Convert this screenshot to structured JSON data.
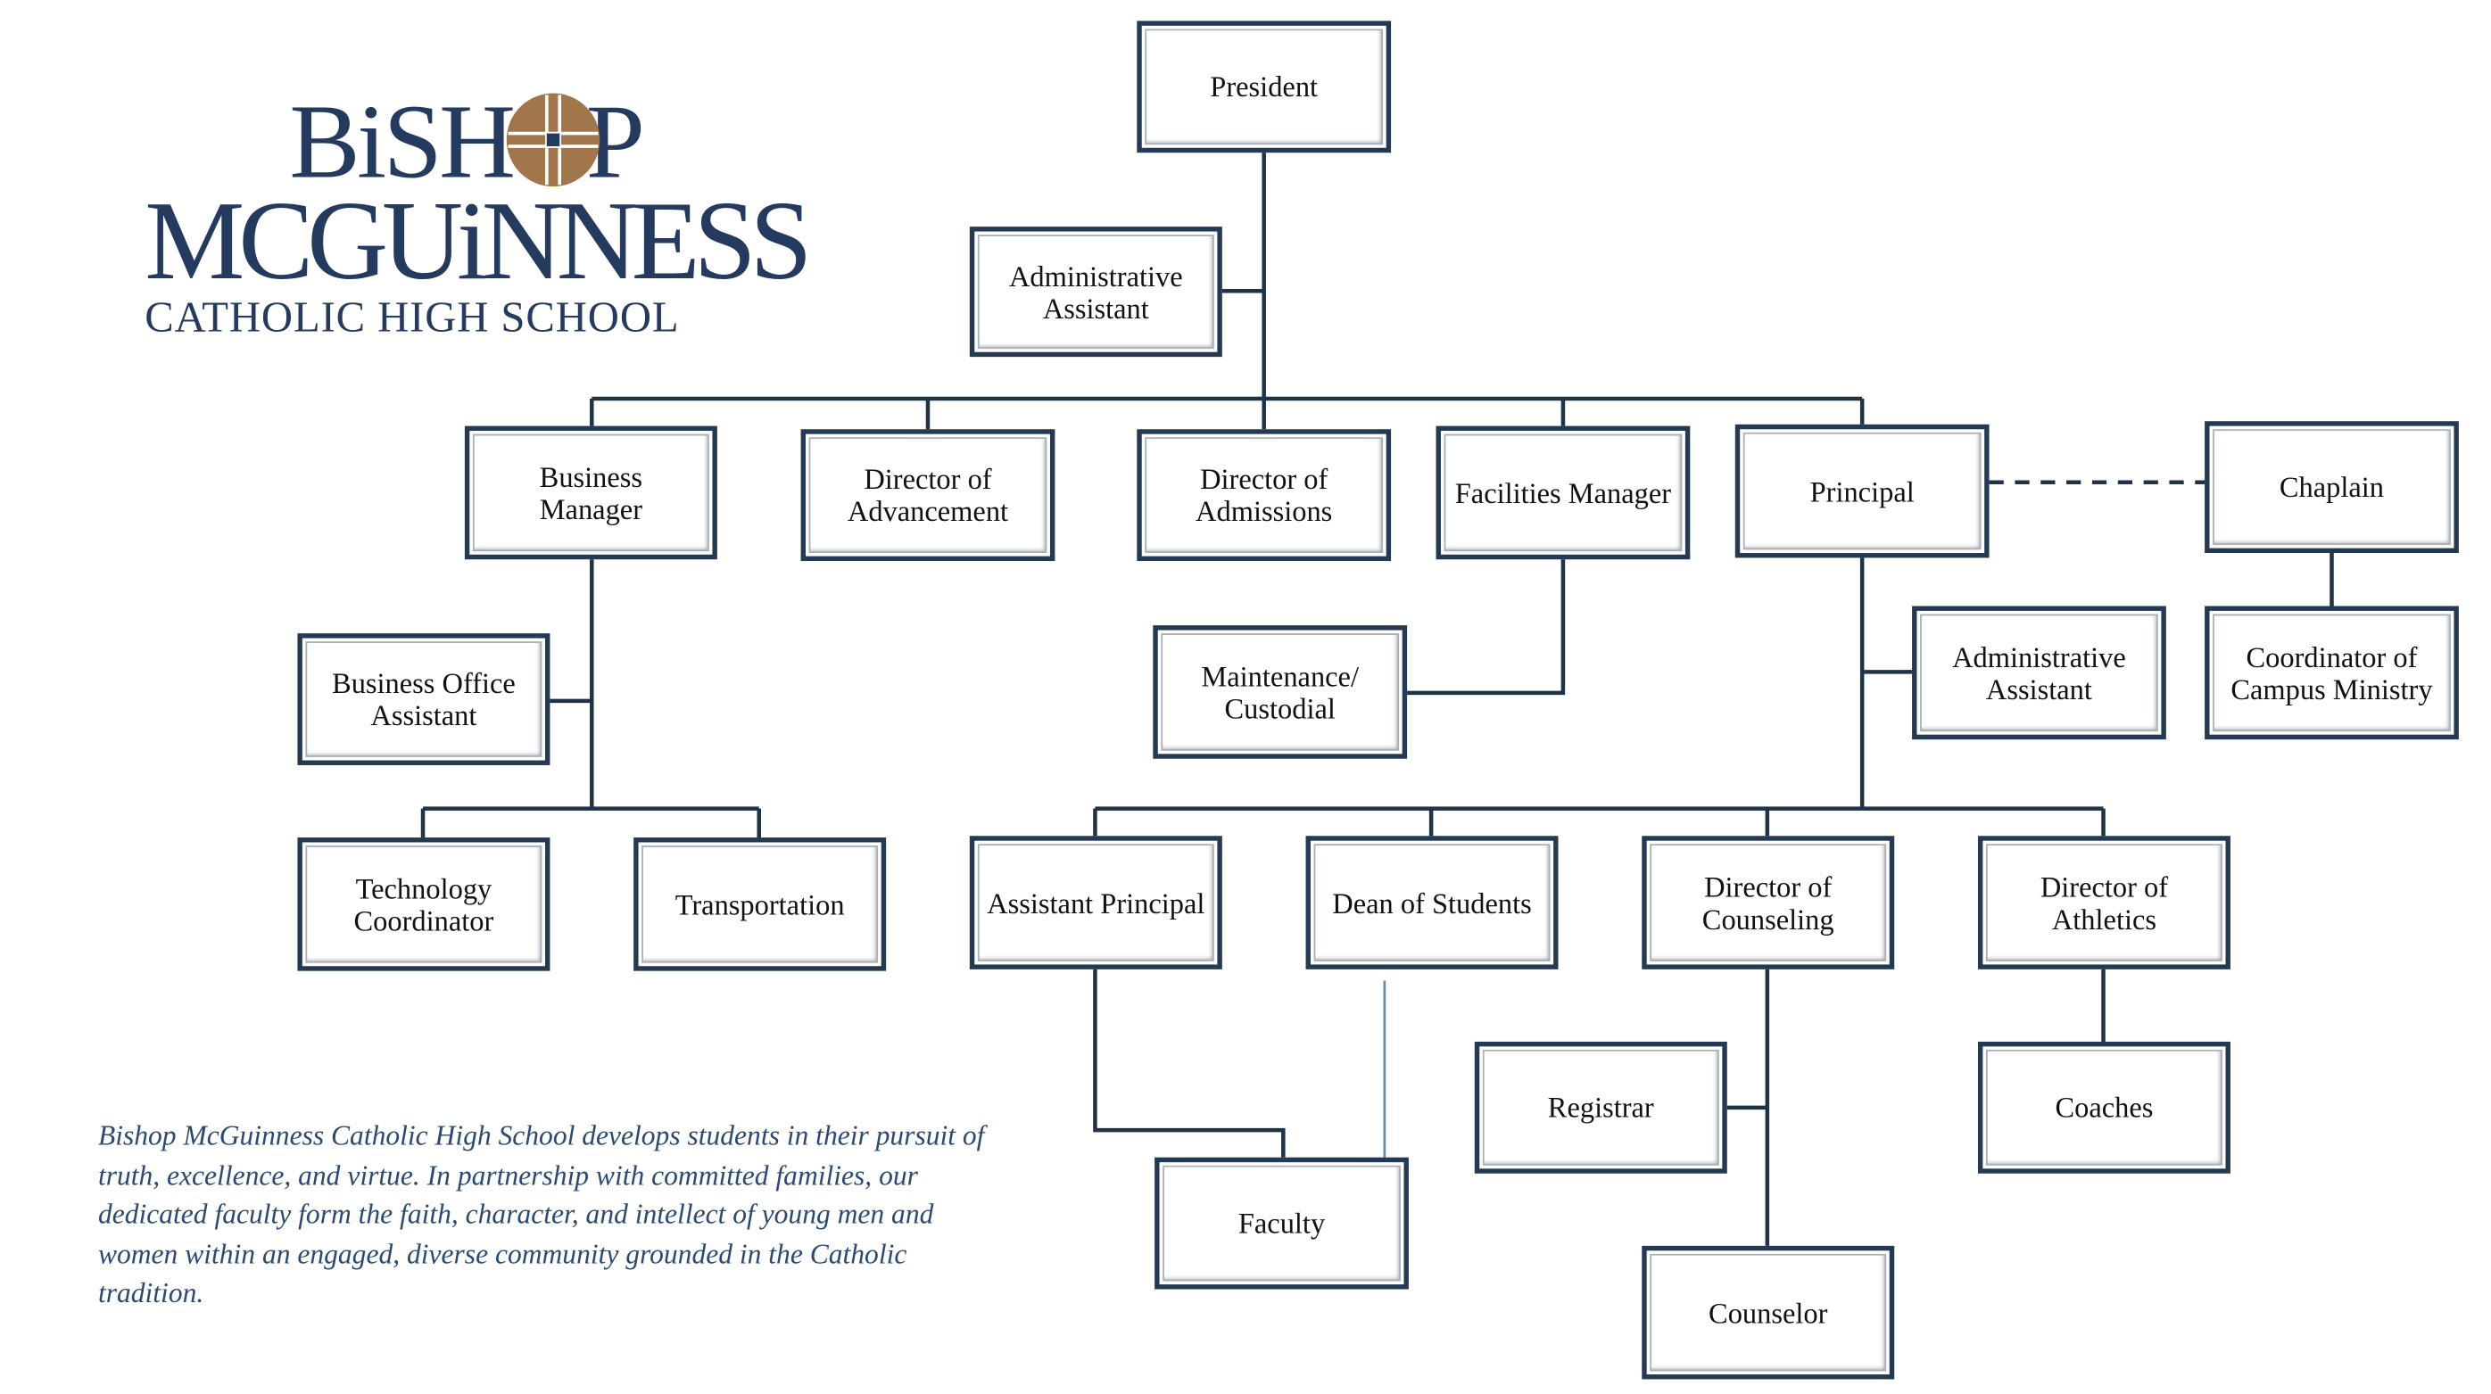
{
  "logo": {
    "line1": "BiSHOP",
    "line2": "MCGUiNNESS",
    "line3": "CATHOLIC HIGH SCHOOL",
    "colors": {
      "text": "#243a5e",
      "cross_fill": "#a0764a",
      "cross_lines": "#ffffff"
    }
  },
  "mission": "Bishop McGuinness Catholic High School develops students in their pursuit of truth, excellence, and virtue. In partnership with committed families, our dedicated faculty form the faith, character, and intellect of young men and women within an engaged, diverse community grounded in the Catholic tradition.",
  "colors": {
    "line": "#1f3345",
    "box_border": "#243a52",
    "text": "#111111",
    "mission_text": "#2a4a74"
  },
  "boxes": {
    "president": "President",
    "admin_asst_president": "Administrative\nAssistant",
    "business_manager": "Business\nManager",
    "director_advancement": "Director of\nAdvancement",
    "director_admissions": "Director of\nAdmissions",
    "facilities_manager": "Facilities Manager",
    "principal": "Principal",
    "chaplain": "Chaplain",
    "business_office_asst": "Business Office\nAssistant",
    "maintenance": "Maintenance/\nCustodial",
    "admin_asst_principal": "Administrative\nAssistant",
    "coord_campus_ministry": "Coordinator of\nCampus Ministry",
    "technology_coordinator": "Technology\nCoordinator",
    "transportation": "Transportation",
    "assistant_principal": "Assistant Principal",
    "dean_of_students": "Dean of Students",
    "director_counseling": "Director of\nCounseling",
    "director_athletics": "Director of\nAthletics",
    "registrar": "Registrar",
    "coaches": "Coaches",
    "faculty": "Faculty",
    "counselor": "Counselor"
  }
}
